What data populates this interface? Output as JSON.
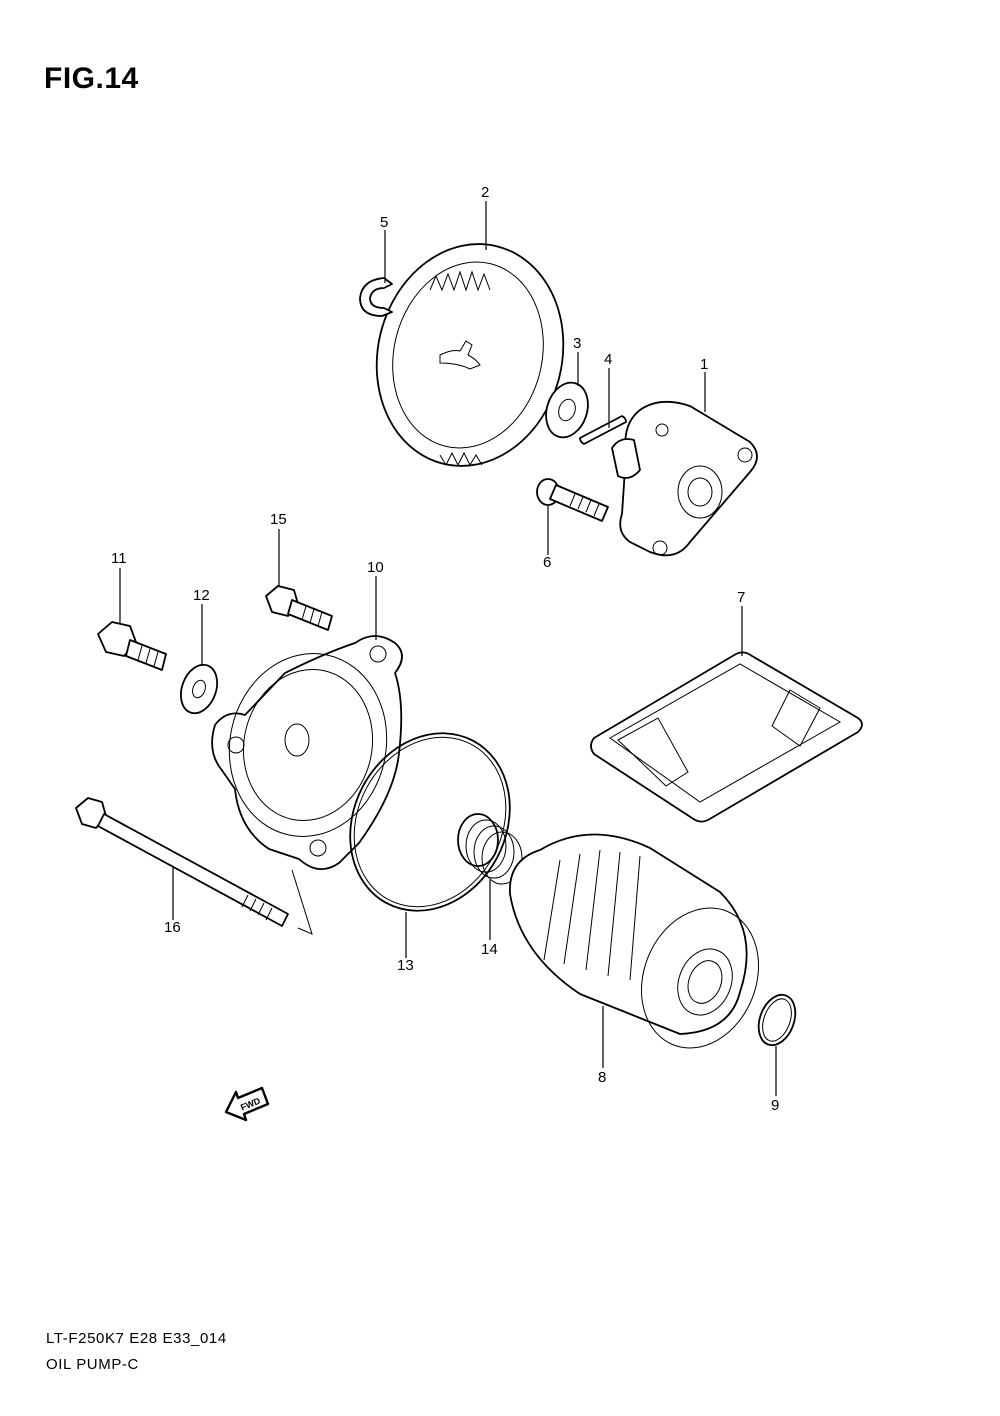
{
  "figure": {
    "title": "FIG.14"
  },
  "parts": [
    {
      "number": "1"
    },
    {
      "number": "2"
    },
    {
      "number": "3"
    },
    {
      "number": "4"
    },
    {
      "number": "5"
    },
    {
      "number": "6"
    },
    {
      "number": "7"
    },
    {
      "number": "8"
    },
    {
      "number": "9"
    },
    {
      "number": "10"
    },
    {
      "number": "11"
    },
    {
      "number": "12"
    },
    {
      "number": "13"
    },
    {
      "number": "14"
    },
    {
      "number": "15"
    },
    {
      "number": "16"
    }
  ],
  "fwd_arrow": {
    "text": "FWD"
  },
  "footer": {
    "code": "LT-F250K7 E28 E33_014",
    "name": "OIL PUMP-C"
  }
}
